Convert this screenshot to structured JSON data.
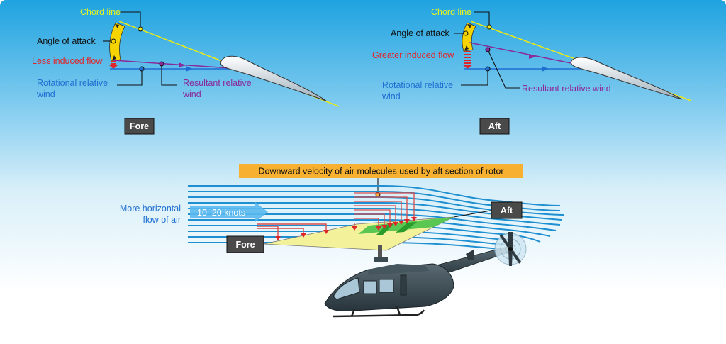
{
  "fore_panel": {
    "chord_line": "Chord line",
    "angle_of_attack": "Angle of attack",
    "induced_flow": "Less induced flow",
    "rotational_wind_1": "Rotational relative",
    "rotational_wind_2": "wind",
    "resultant_wind_1": "Resultant relative",
    "resultant_wind_2": "wind",
    "caption": "Fore"
  },
  "aft_panel": {
    "chord_line": "Chord line",
    "angle_of_attack": "Angle of attack",
    "induced_flow": "Greater induced flow",
    "rotational_wind_1": "Rotational relative",
    "rotational_wind_2": "wind",
    "resultant_wind": "Resultant relative wind",
    "caption": "Aft"
  },
  "rotor_diagram": {
    "banner": "Downward velocity of air molecules used by aft section of rotor",
    "horizontal_flow_1": "More horizontal",
    "horizontal_flow_2": "flow of air",
    "speed": "10–20 knots",
    "fore_tag": "Fore",
    "aft_tag": "Aft"
  },
  "colors": {
    "chord": "#e8e81a",
    "angle": "#f5d400",
    "induced": "#e0262b",
    "rotational": "#1f6fd1",
    "resultant": "#8a2a9a",
    "flow_lines": "#1e8fd0",
    "banner": "#f7b02f",
    "tag_bg": "#4a4a4a"
  }
}
